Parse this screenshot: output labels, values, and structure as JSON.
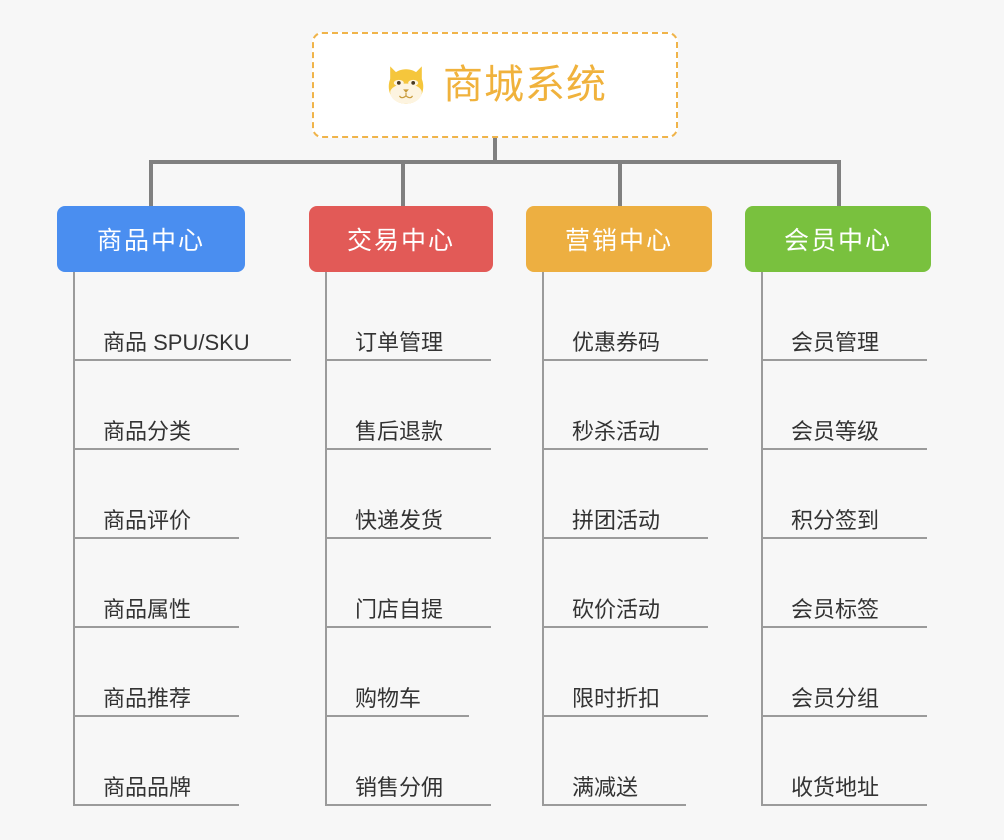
{
  "root": {
    "title": "商城系统",
    "icon": "shiba-dog-face-icon",
    "border_color": "#f0b44a",
    "text_color": "#f0b23c"
  },
  "canvas": {
    "background": "#f7f7f7",
    "connector_color": "#808080",
    "leaf_line_color": "#9b9b9b",
    "leaf_text_color": "#333333"
  },
  "branches": [
    {
      "label": "商品中心",
      "color": "#4a8ef0",
      "items": [
        "商品 SPU/SKU",
        "商品分类",
        "商品评价",
        "商品属性",
        "商品推荐",
        "商品品牌"
      ]
    },
    {
      "label": "交易中心",
      "color": "#e25a57",
      "items": [
        "订单管理",
        "售后退款",
        "快递发货",
        "门店自提",
        "购物车",
        "销售分佣"
      ]
    },
    {
      "label": "营销中心",
      "color": "#edaf41",
      "items": [
        "优惠券码",
        "秒杀活动",
        "拼团活动",
        "砍价活动",
        "限时折扣",
        "满减送"
      ]
    },
    {
      "label": "会员中心",
      "color": "#79c13e",
      "items": [
        "会员管理",
        "会员等级",
        "积分签到",
        "会员标签",
        "会员分组",
        "收货地址"
      ]
    }
  ]
}
